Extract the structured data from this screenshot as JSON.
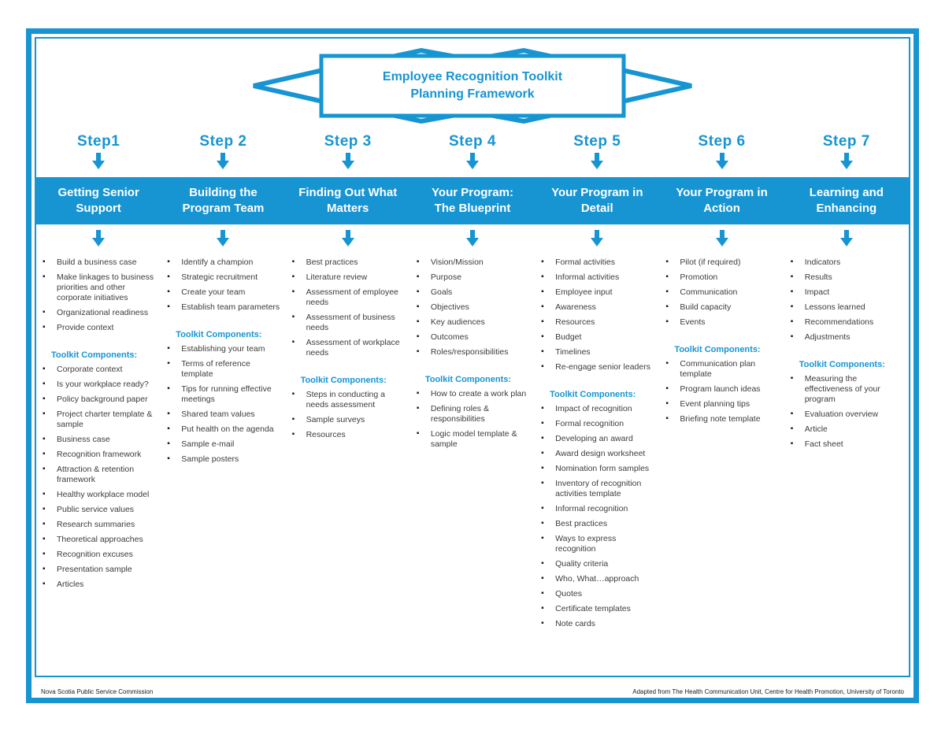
{
  "colors": {
    "primary": "#1794d2",
    "text": "#3c3c3c"
  },
  "banner": {
    "line1": "Employee Recognition Toolkit",
    "line2": "Planning Framework"
  },
  "columns": [
    {
      "step": "Step1",
      "title": "Getting Senior\nSupport",
      "items": [
        "Build a business case",
        "Make linkages to business priorities and other corporate initiatives",
        "Organizational readiness",
        "Provide context"
      ],
      "toolkit_heading": "Toolkit Components:",
      "toolkit_items": [
        "Corporate context",
        "Is your workplace ready?",
        "Policy background paper",
        "Project charter template & sample",
        "Business case",
        "Recognition framework",
        "Attraction & retention framework",
        "Healthy workplace model",
        "Public service values",
        "Research summaries",
        "Theoretical approaches",
        "Recognition excuses",
        "Presentation sample",
        "Articles"
      ]
    },
    {
      "step": "Step 2",
      "title": "Building the\nProgram Team",
      "items": [
        "Identify a champion",
        "Strategic recruitment",
        "Create your team",
        "Establish team parameters"
      ],
      "toolkit_heading": "Toolkit Components:",
      "toolkit_items": [
        "Establishing your team",
        "Terms of reference template",
        "Tips for running effective meetings",
        "Shared team values",
        "Put health on the agenda",
        "Sample e-mail",
        "Sample posters"
      ]
    },
    {
      "step": "Step 3",
      "title": "Finding Out What\nMatters",
      "items": [
        "Best practices",
        "Literature review",
        "Assessment of employee needs",
        "Assessment of business needs",
        "Assessment of workplace needs"
      ],
      "toolkit_heading": "Toolkit Components:",
      "toolkit_items": [
        "Steps in conducting a needs assessment",
        "Sample surveys",
        "Resources"
      ]
    },
    {
      "step": "Step 4",
      "title": "Your Program:\nThe Blueprint",
      "items": [
        "Vision/Mission",
        "Purpose",
        "Goals",
        "Objectives",
        "Key audiences",
        "Outcomes",
        "Roles/responsibilities"
      ],
      "toolkit_heading": "Toolkit Components:",
      "toolkit_items": [
        "How to create a work plan",
        "Defining roles & responsibilities",
        "Logic model template & sample"
      ]
    },
    {
      "step": "Step 5",
      "title": "Your Program in\nDetail",
      "items": [
        "Formal activities",
        "Informal activities",
        "Employee input",
        "Awareness",
        "Resources",
        "Budget",
        "Timelines",
        "Re-engage senior leaders"
      ],
      "toolkit_heading": "Toolkit Components:",
      "toolkit_items": [
        "Impact of recognition",
        "Formal recognition",
        "Developing an award",
        "Award design worksheet",
        "Nomination form samples",
        "Inventory of recognition activities template",
        "Informal recognition",
        "Best practices",
        "Ways to express recognition",
        "Quality criteria",
        "Who, What…approach",
        "Quotes",
        "Certificate templates",
        "Note cards"
      ]
    },
    {
      "step": "Step 6",
      "title": "Your Program in\nAction",
      "items": [
        "Pilot (if required)",
        "Promotion",
        "Communication",
        "Build capacity",
        "Events"
      ],
      "toolkit_heading": "Toolkit Components:",
      "toolkit_items": [
        "Communication plan template",
        "Program launch ideas",
        "Event planning tips",
        "Briefing note template"
      ]
    },
    {
      "step": "Step 7",
      "title": "Learning and\nEnhancing",
      "items": [
        "Indicators",
        "Results",
        "Impact",
        "Lessons learned",
        "Recommendations",
        "Adjustments"
      ],
      "toolkit_heading": "Toolkit Components:",
      "toolkit_items": [
        "Measuring the effectiveness of your program",
        "Evaluation overview",
        "Article",
        "Fact sheet"
      ]
    }
  ],
  "footer": {
    "left": "Nova Scotia Public Service Commission",
    "right": "Adapted from The Health Communication Unit, Centre for Health Promotion, University of Toronto"
  }
}
